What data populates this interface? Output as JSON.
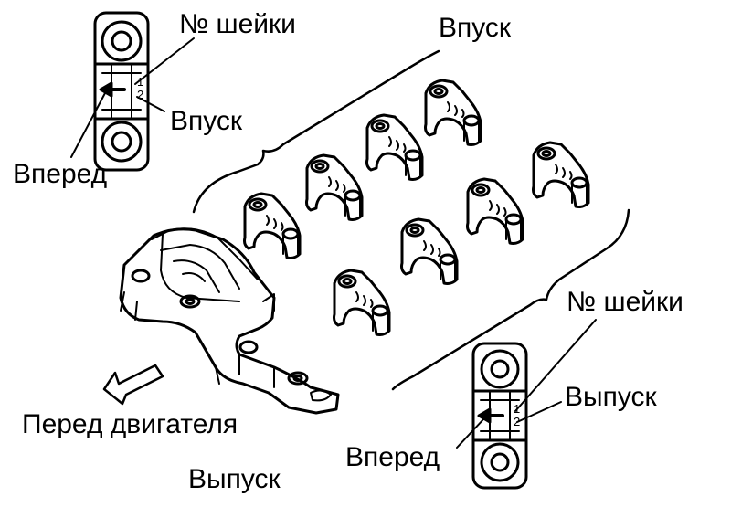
{
  "labels": {
    "journal_no_top": "№ шейки",
    "intake_top": "Впуск",
    "intake_side": "Впуск",
    "forward_top": "Вперед",
    "engine_front": "Перед двигателя",
    "exhaust_bottom": "Выпуск",
    "journal_no_bottom": "№ шейки",
    "exhaust_side": "Выпуск",
    "forward_bottom": "Вперед"
  },
  "cap_top_marks": {
    "num1": "1",
    "num2": "2"
  },
  "cap_bottom_marks": {
    "num1": "1",
    "num2": "2"
  },
  "colors": {
    "ink": "#000000",
    "paper": "#ffffff"
  }
}
